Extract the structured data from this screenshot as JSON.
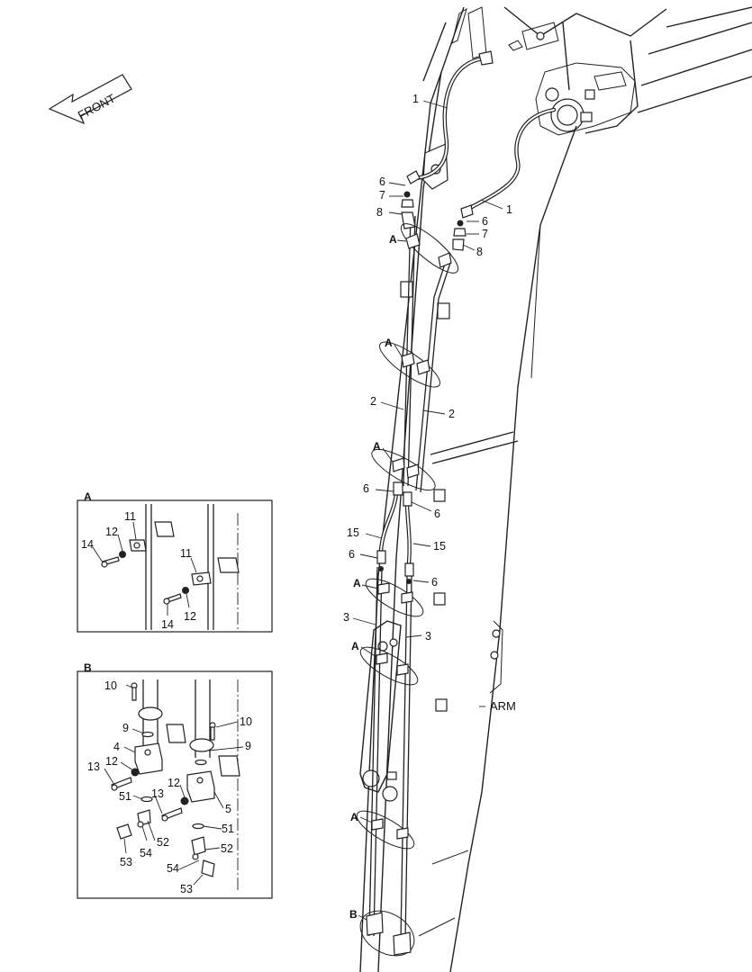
{
  "front_label": "FRONT",
  "arm_label": "ARM",
  "detail_a": {
    "title": "A",
    "callouts": [
      "11",
      "12",
      "14",
      "11",
      "12",
      "14"
    ]
  },
  "detail_b": {
    "title": "B",
    "callouts": [
      "10",
      "9",
      "4",
      "12",
      "13",
      "51",
      "54",
      "52",
      "53",
      "10",
      "9",
      "13",
      "12",
      "5",
      "51",
      "52",
      "54",
      "53"
    ]
  },
  "main_callouts": [
    "1",
    "1",
    "6",
    "7",
    "8",
    "6",
    "7",
    "8",
    "2",
    "2",
    "6",
    "6",
    "15",
    "15",
    "6",
    "6",
    "3",
    "3"
  ],
  "clamp_markers": [
    "A",
    "A",
    "A",
    "A",
    "A",
    "A",
    "B"
  ]
}
